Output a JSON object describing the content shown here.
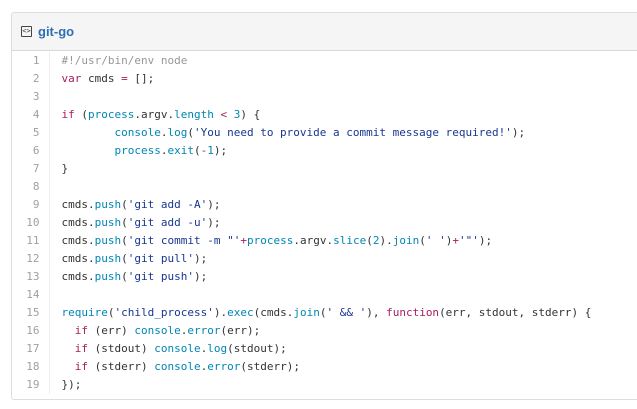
{
  "header": {
    "icon": "code-file-icon",
    "icon_glyph": "<>",
    "filename": "git-go"
  },
  "colors": {
    "comment": "#969896",
    "keyword": "#a71d5d",
    "string": "#183691",
    "number": "#0086b3",
    "function": "#795da3",
    "builtin": "#0086b3",
    "plain": "#333333",
    "line_number": "#a0a0a0",
    "filename": "#2d6fb3"
  },
  "code": {
    "lines": [
      {
        "number": "1",
        "tokens": [
          {
            "t": "#!/usr/bin/env node",
            "k": "comment"
          }
        ]
      },
      {
        "number": "2",
        "tokens": [
          {
            "t": "var",
            "k": "keyword"
          },
          {
            "t": " cmds ",
            "k": "plain"
          },
          {
            "t": "=",
            "k": "keyword"
          },
          {
            "t": " [];",
            "k": "plain"
          }
        ]
      },
      {
        "number": "3",
        "tokens": []
      },
      {
        "number": "4",
        "tokens": [
          {
            "t": "if",
            "k": "keyword"
          },
          {
            "t": " (",
            "k": "plain"
          },
          {
            "t": "process",
            "k": "builtin"
          },
          {
            "t": ".argv.",
            "k": "plain"
          },
          {
            "t": "length",
            "k": "builtin"
          },
          {
            "t": " ",
            "k": "plain"
          },
          {
            "t": "<",
            "k": "keyword"
          },
          {
            "t": " ",
            "k": "plain"
          },
          {
            "t": "3",
            "k": "number"
          },
          {
            "t": ") {",
            "k": "plain"
          }
        ]
      },
      {
        "number": "5",
        "tokens": [
          {
            "t": "        ",
            "k": "plain"
          },
          {
            "t": "console",
            "k": "builtin"
          },
          {
            "t": ".",
            "k": "plain"
          },
          {
            "t": "log",
            "k": "builtin"
          },
          {
            "t": "(",
            "k": "plain"
          },
          {
            "t": "'You need to provide a commit message required!'",
            "k": "string"
          },
          {
            "t": ");",
            "k": "plain"
          }
        ]
      },
      {
        "number": "6",
        "tokens": [
          {
            "t": "        ",
            "k": "plain"
          },
          {
            "t": "process",
            "k": "builtin"
          },
          {
            "t": ".",
            "k": "plain"
          },
          {
            "t": "exit",
            "k": "builtin"
          },
          {
            "t": "(",
            "k": "plain"
          },
          {
            "t": "-",
            "k": "keyword"
          },
          {
            "t": "1",
            "k": "number"
          },
          {
            "t": ");",
            "k": "plain"
          }
        ]
      },
      {
        "number": "7",
        "tokens": [
          {
            "t": "}",
            "k": "plain"
          }
        ]
      },
      {
        "number": "8",
        "tokens": []
      },
      {
        "number": "9",
        "tokens": [
          {
            "t": "cmds.",
            "k": "plain"
          },
          {
            "t": "push",
            "k": "builtin"
          },
          {
            "t": "(",
            "k": "plain"
          },
          {
            "t": "'git add -A'",
            "k": "string"
          },
          {
            "t": ");",
            "k": "plain"
          }
        ]
      },
      {
        "number": "10",
        "tokens": [
          {
            "t": "cmds.",
            "k": "plain"
          },
          {
            "t": "push",
            "k": "builtin"
          },
          {
            "t": "(",
            "k": "plain"
          },
          {
            "t": "'git add -u'",
            "k": "string"
          },
          {
            "t": ");",
            "k": "plain"
          }
        ]
      },
      {
        "number": "11",
        "tokens": [
          {
            "t": "cmds.",
            "k": "plain"
          },
          {
            "t": "push",
            "k": "builtin"
          },
          {
            "t": "(",
            "k": "plain"
          },
          {
            "t": "'git commit -m \"'",
            "k": "string"
          },
          {
            "t": "+",
            "k": "keyword"
          },
          {
            "t": "process",
            "k": "builtin"
          },
          {
            "t": ".argv.",
            "k": "plain"
          },
          {
            "t": "slice",
            "k": "builtin"
          },
          {
            "t": "(",
            "k": "plain"
          },
          {
            "t": "2",
            "k": "number"
          },
          {
            "t": ").",
            "k": "plain"
          },
          {
            "t": "join",
            "k": "builtin"
          },
          {
            "t": "(",
            "k": "plain"
          },
          {
            "t": "' '",
            "k": "string"
          },
          {
            "t": ")",
            "k": "plain"
          },
          {
            "t": "+",
            "k": "keyword"
          },
          {
            "t": "'\"'",
            "k": "string"
          },
          {
            "t": ");",
            "k": "plain"
          }
        ]
      },
      {
        "number": "12",
        "tokens": [
          {
            "t": "cmds.",
            "k": "plain"
          },
          {
            "t": "push",
            "k": "builtin"
          },
          {
            "t": "(",
            "k": "plain"
          },
          {
            "t": "'git pull'",
            "k": "string"
          },
          {
            "t": ");",
            "k": "plain"
          }
        ]
      },
      {
        "number": "13",
        "tokens": [
          {
            "t": "cmds.",
            "k": "plain"
          },
          {
            "t": "push",
            "k": "builtin"
          },
          {
            "t": "(",
            "k": "plain"
          },
          {
            "t": "'git push'",
            "k": "string"
          },
          {
            "t": ");",
            "k": "plain"
          }
        ]
      },
      {
        "number": "14",
        "tokens": []
      },
      {
        "number": "15",
        "tokens": [
          {
            "t": "require",
            "k": "builtin"
          },
          {
            "t": "(",
            "k": "plain"
          },
          {
            "t": "'child_process'",
            "k": "string"
          },
          {
            "t": ").",
            "k": "plain"
          },
          {
            "t": "exec",
            "k": "builtin"
          },
          {
            "t": "(cmds.",
            "k": "plain"
          },
          {
            "t": "join",
            "k": "builtin"
          },
          {
            "t": "(",
            "k": "plain"
          },
          {
            "t": "' && '",
            "k": "string"
          },
          {
            "t": "), ",
            "k": "plain"
          },
          {
            "t": "function",
            "k": "keyword"
          },
          {
            "t": "(err, stdout, stderr) {",
            "k": "plain"
          }
        ]
      },
      {
        "number": "16",
        "tokens": [
          {
            "t": "  ",
            "k": "plain"
          },
          {
            "t": "if",
            "k": "keyword"
          },
          {
            "t": " (err) ",
            "k": "plain"
          },
          {
            "t": "console",
            "k": "builtin"
          },
          {
            "t": ".",
            "k": "plain"
          },
          {
            "t": "error",
            "k": "builtin"
          },
          {
            "t": "(err);",
            "k": "plain"
          }
        ]
      },
      {
        "number": "17",
        "tokens": [
          {
            "t": "  ",
            "k": "plain"
          },
          {
            "t": "if",
            "k": "keyword"
          },
          {
            "t": " (stdout) ",
            "k": "plain"
          },
          {
            "t": "console",
            "k": "builtin"
          },
          {
            "t": ".",
            "k": "plain"
          },
          {
            "t": "log",
            "k": "builtin"
          },
          {
            "t": "(stdout);",
            "k": "plain"
          }
        ]
      },
      {
        "number": "18",
        "tokens": [
          {
            "t": "  ",
            "k": "plain"
          },
          {
            "t": "if",
            "k": "keyword"
          },
          {
            "t": " (stderr) ",
            "k": "plain"
          },
          {
            "t": "console",
            "k": "builtin"
          },
          {
            "t": ".",
            "k": "plain"
          },
          {
            "t": "error",
            "k": "builtin"
          },
          {
            "t": "(stderr);",
            "k": "plain"
          }
        ]
      },
      {
        "number": "19",
        "tokens": [
          {
            "t": "});",
            "k": "plain"
          }
        ]
      }
    ]
  }
}
